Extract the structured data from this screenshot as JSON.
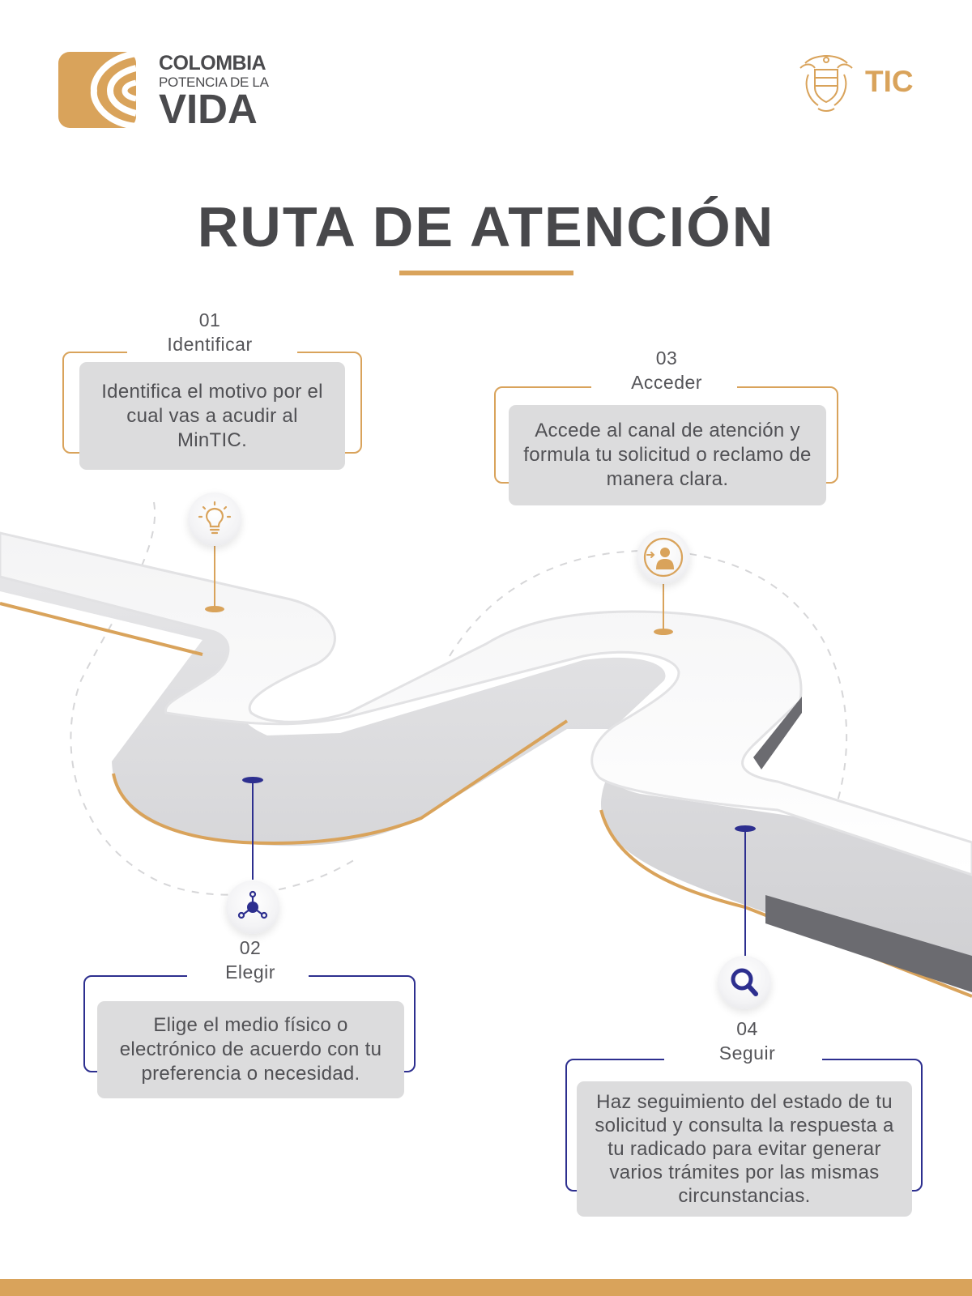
{
  "header": {
    "logo_line1": "COLOMBIA",
    "logo_line2": "POTENCIA DE LA",
    "logo_line3": "VIDA",
    "tic_label": "TIC"
  },
  "title": "RUTA DE ATENCIÓN",
  "colors": {
    "gold": "#d9a35b",
    "navy": "#2d2f8f",
    "text": "#48484b",
    "box": "#dcdcdd"
  },
  "steps": [
    {
      "number": "01",
      "name": "Identificar",
      "text": "Identifica el motivo por el cual vas a acudir al MinTIC.",
      "icon": "lightbulb-icon",
      "color": "gold"
    },
    {
      "number": "02",
      "name": "Elegir",
      "text": "Elige el medio físico o electrónico de acuerdo con tu preferencia o necesidad.",
      "icon": "network-icon",
      "color": "navy"
    },
    {
      "number": "03",
      "name": "Acceder",
      "text": "Accede al canal de atención y formula tu solicitud o reclamo de manera clara.",
      "icon": "user-enter-icon",
      "color": "gold"
    },
    {
      "number": "04",
      "name": "Seguir",
      "text": "Haz seguimiento del estado de tu solicitud y consulta la respuesta a tu radicado para evitar generar varios trámites por las mismas circunstancias.",
      "icon": "search-icon",
      "color": "navy"
    }
  ]
}
